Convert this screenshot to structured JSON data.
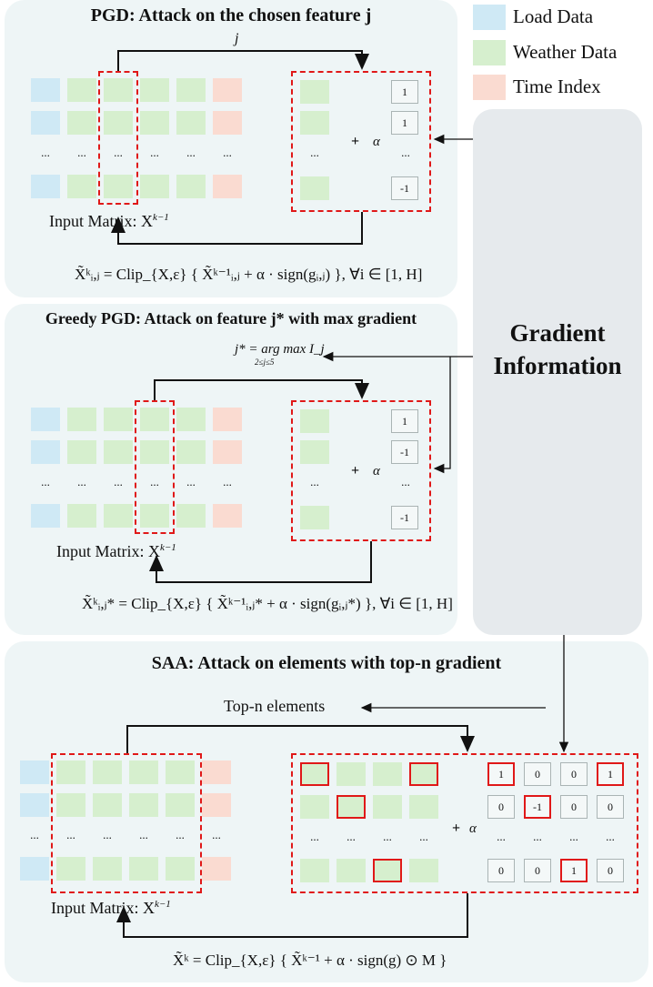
{
  "legend": [
    {
      "label": "Load Data",
      "color": "#cfe9f5"
    },
    {
      "label": "Weather Data",
      "color": "#d6efce"
    },
    {
      "label": "Time Index",
      "color": "#fadbd1"
    }
  ],
  "gradient_box": {
    "line1": "Gradient",
    "line2": "Information"
  },
  "pgd": {
    "title": "PGD: Attack on the chosen feature j",
    "arrow_label": "j",
    "input_label": "Input Matrix: X",
    "input_sup": "k−1",
    "plus": "+",
    "alpha": "α",
    "values": [
      "1",
      "1",
      "...",
      "-1"
    ],
    "formula": "X̃ᵏᵢ,ⱼ = Clip_{X,ε} { X̃ᵏ⁻¹ᵢ,ⱼ + α · sign(gᵢ,ⱼ) }, ∀i ∈ [1, H]"
  },
  "greedy": {
    "title": "Greedy PGD: Attack on feature j* with max gradient",
    "arrow_label": "j* = arg max I_j",
    "arrow_sub": "2≤j≤5",
    "input_label": "Input Matrix: X",
    "input_sup": "k−1",
    "plus": "+",
    "alpha": "α",
    "values": [
      "1",
      "-1",
      "...",
      "-1"
    ],
    "formula": "X̃ᵏᵢ,ⱼ* = Clip_{X,ε} { X̃ᵏ⁻¹ᵢ,ⱼ* + α · sign(gᵢ,ⱼ*) }, ∀i ∈ [1, H]"
  },
  "saa": {
    "title": "SAA: Attack on elements with top-n gradient",
    "arrow_label": "Top-n elements",
    "input_label": "Input Matrix: X",
    "input_sup": "k−1",
    "plus": "+",
    "alpha": "α",
    "mask_rows": [
      [
        "1",
        "0",
        "0",
        "1"
      ],
      [
        "0",
        "-1",
        "0",
        "0"
      ],
      [
        "...",
        "...",
        "...",
        "..."
      ],
      [
        "0",
        "0",
        "1",
        "0"
      ]
    ],
    "formula": "X̃ᵏ = Clip_{X,ε} { X̃ᵏ⁻¹ + α · sign(g) ⊙ M }"
  },
  "ellipsis": "..."
}
